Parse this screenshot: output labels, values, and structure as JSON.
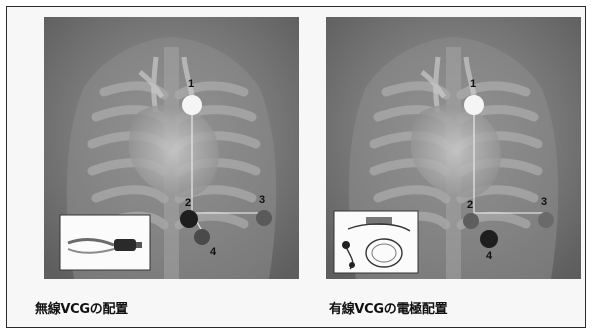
{
  "panels": [
    {
      "caption": "無線VCGの配置",
      "electrodes": [
        {
          "label": "1",
          "tone": "#f5f5f5"
        },
        {
          "label": "2",
          "tone": "#1e1e1e"
        },
        {
          "label": "3",
          "tone": "#5a5a5a"
        },
        {
          "label": "4",
          "tone": "#4a4a4a"
        }
      ],
      "inset_device": "wireless-vcg-device"
    },
    {
      "caption": "有線VCGの電極配置",
      "electrodes": [
        {
          "label": "1",
          "tone": "#f5f5f5"
        },
        {
          "label": "2",
          "tone": "#5e5e5e"
        },
        {
          "label": "3",
          "tone": "#6a6a6a"
        },
        {
          "label": "4",
          "tone": "#1e1e1e"
        }
      ],
      "inset_device": "wired-vcg-device"
    }
  ]
}
